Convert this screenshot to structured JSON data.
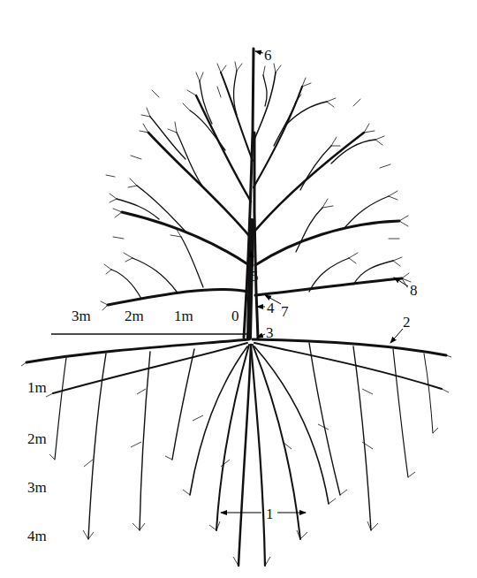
{
  "diagram": {
    "labels": [
      "6",
      "5",
      "7",
      "8",
      "4",
      "3m",
      "2m",
      "1m",
      "0",
      "3",
      "2",
      "1m",
      "2m",
      "3m",
      "4m",
      "1"
    ]
  }
}
